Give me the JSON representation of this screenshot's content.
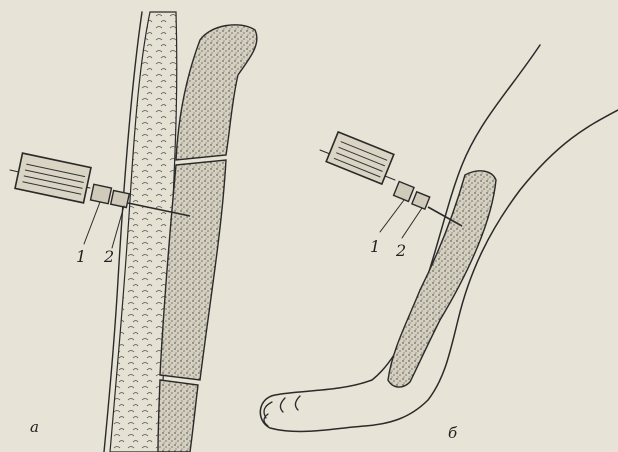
{
  "figure": {
    "panel_a": {
      "label": "a",
      "callouts": [
        "1",
        "2"
      ]
    },
    "panel_b": {
      "label": "б",
      "callouts": [
        "1",
        "2"
      ]
    }
  },
  "colors": {
    "paper": "#e7e3d6",
    "ink": "#2a2a2a",
    "bone_fill": "#cfcab9"
  }
}
